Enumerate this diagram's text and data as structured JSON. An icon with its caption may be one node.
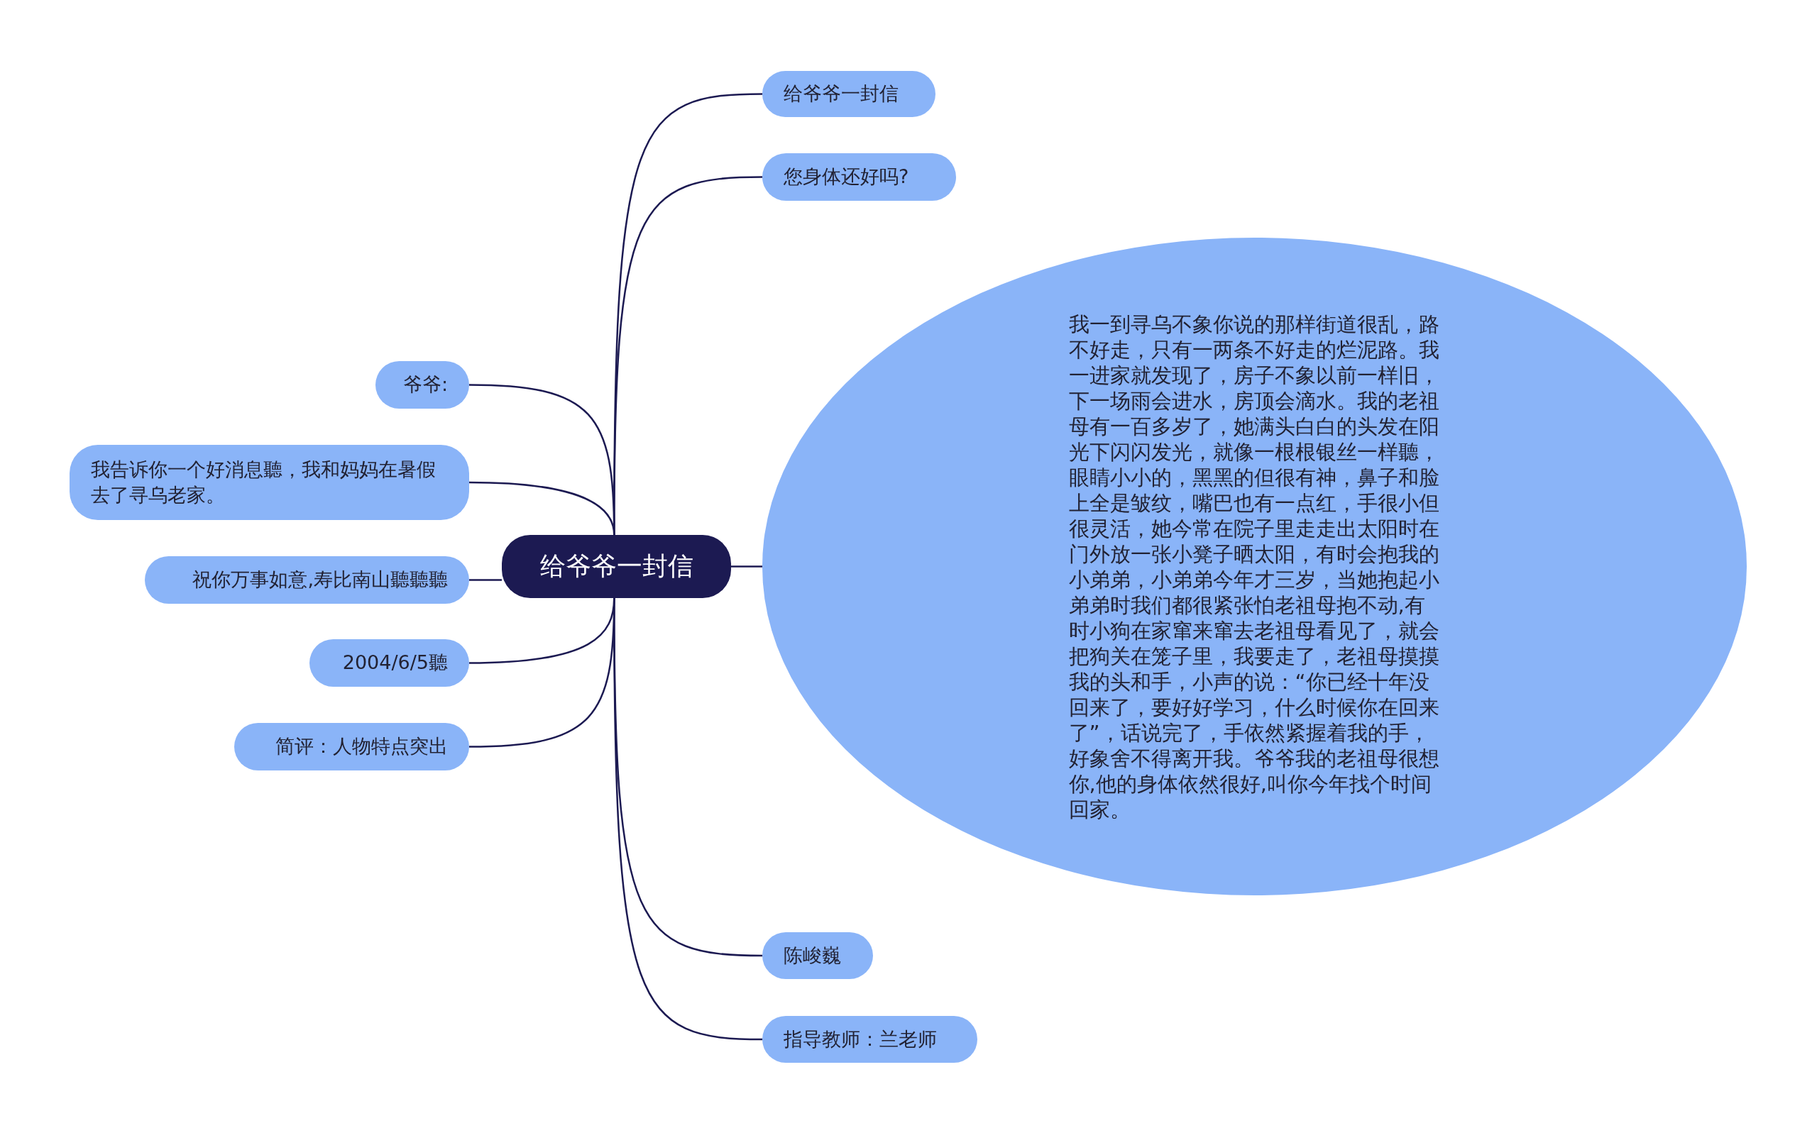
{
  "diagram": {
    "nodes": [
      {
        "text": [
          "给爷爷一封信"
        ]
      },
      {
        "text": [
          "给爷爷一封信"
        ]
      },
      {
        "text": [
          "您身体还好吗?"
        ]
      },
      {
        "text": [
          "爷爷:"
        ]
      },
      {
        "text": [
          "我告诉你一个好消息聽，我和妈妈在暑假去了寻乌老家。"
        ]
      },
      {
        "text": [
          "我一到寻乌不象你说的那样街道很乱，路不好走，只有一两条不好走的烂泥路。我一进家就发现了，房子不象以前一样旧，下一场雨会进水，房顶会滴水。我的老祖母有一百多岁了，她满头白白的头发在阳光下闪闪发光，就像一根根银丝一样聽，眼睛小小的，黑黑的但很有神，鼻子和脸上全是皱纹，嘴巴也有一点红，手很小但很灵活，她今常在院子里走走出太阳时在门外放一张小凳子晒太阳，有时会抱我的小弟弟，小弟弟今年才三岁，当她抱起小弟弟时我们都很紧张怕老祖母抱不动,有时小狗在家窜来窜去老祖母看见了，就会把狗关在笼子里，我要走了，老祖母摸摸我的头和手，小声的说：“你已经十年没回来了，要好好学习，什么时候你在回来了”，话说完了，手依然紧握着我的手，好象舍不得离开我。爷爷我的老祖母很想你,他的身体依然很好,叫你今年找个时间回家。"
        ]
      },
      {
        "text": [
          "祝你万事如意,寿比南山聽聽聽"
        ]
      },
      {
        "text": [
          "2004/6/5聽"
        ]
      },
      {
        "text": [
          "简评：人物特点突出"
        ]
      },
      {
        "text": [
          "陈峻巍"
        ]
      },
      {
        "text": [
          "指导教师：兰老师"
        ]
      }
    ],
    "edges": [
      {
        "from": 0,
        "to": 1,
        "arrow": "none"
      },
      {
        "from": 0,
        "to": 2,
        "arrow": "none"
      },
      {
        "from": 0,
        "to": 3,
        "arrow": "none"
      },
      {
        "from": 0,
        "to": 4,
        "arrow": "none"
      },
      {
        "from": 0,
        "to": 5,
        "arrow": "none"
      },
      {
        "from": 0,
        "to": 6,
        "arrow": "none"
      },
      {
        "from": 0,
        "to": 7,
        "arrow": "none"
      },
      {
        "from": 0,
        "to": 8,
        "arrow": "none"
      },
      {
        "from": 0,
        "to": 9,
        "arrow": "none"
      },
      {
        "from": 0,
        "to": 10,
        "arrow": "none"
      }
    ]
  }
}
